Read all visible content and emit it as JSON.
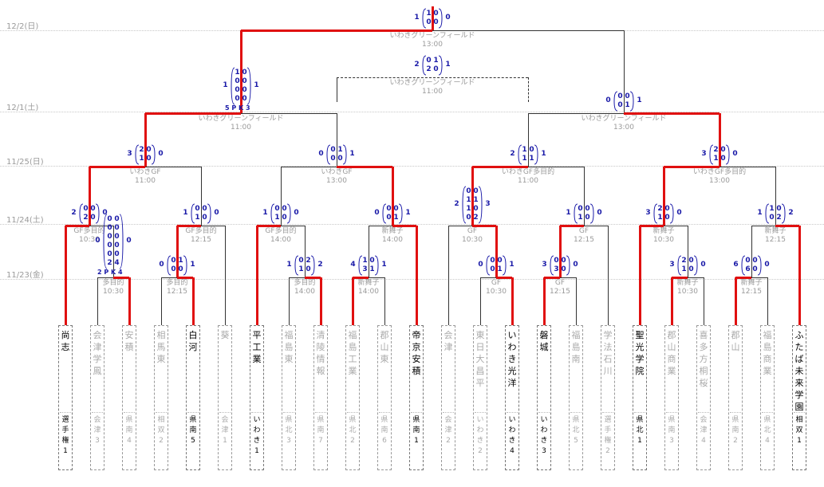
{
  "dates": [
    "12/2(日)",
    "12/1(土)",
    "11/25(日)",
    "11/24(土)",
    "11/23(金)"
  ],
  "teams": [
    {
      "name": "尚志",
      "sub": "選手権1",
      "win": true
    },
    {
      "name": "会津学鳳",
      "sub": "会津3",
      "win": false
    },
    {
      "name": "安積",
      "sub": "県南4",
      "win": false
    },
    {
      "name": "相馬東",
      "sub": "相双2",
      "win": false
    },
    {
      "name": "白河",
      "sub": "県南5",
      "win": true
    },
    {
      "name": "葵",
      "sub": "会津1",
      "win": false
    },
    {
      "name": "平工業",
      "sub": "いわき1",
      "win": true
    },
    {
      "name": "福島東",
      "sub": "県北3",
      "win": false
    },
    {
      "name": "清陵情報",
      "sub": "県南7",
      "win": false
    },
    {
      "name": "福島工業",
      "sub": "県北2",
      "win": false
    },
    {
      "name": "郡山東",
      "sub": "県南6",
      "win": false
    },
    {
      "name": "帝京安積",
      "sub": "県南1",
      "win": true
    },
    {
      "name": "会津",
      "sub": "会津2",
      "win": false
    },
    {
      "name": "東日大昌平",
      "sub": "いわき2",
      "win": false
    },
    {
      "name": "いわき光洋",
      "sub": "いわき4",
      "win": true
    },
    {
      "name": "磐城",
      "sub": "いわき3",
      "win": true
    },
    {
      "name": "福島南",
      "sub": "県北5",
      "win": false
    },
    {
      "name": "学法石川",
      "sub": "選手権2",
      "win": false
    },
    {
      "name": "聖光学院",
      "sub": "県北1",
      "win": true
    },
    {
      "name": "郡山商業",
      "sub": "県南3",
      "win": false
    },
    {
      "name": "喜多方桐桜",
      "sub": "会津4",
      "win": false
    },
    {
      "name": "郡山",
      "sub": "県南2",
      "win": false
    },
    {
      "name": "福島商業",
      "sub": "県北4",
      "win": false
    },
    {
      "name": "ふたば未来学園",
      "sub": "相双1",
      "win": true
    }
  ],
  "matches": [
    {
      "id": "r1a",
      "venue": "多目的",
      "time": "10:30",
      "left": [
        0,
        0,
        0,
        0,
        0,
        2
      ],
      "right": [
        0,
        0,
        0,
        0,
        0,
        4
      ],
      "lt": 0,
      "rt": 0,
      "pk": "2 P K 4"
    },
    {
      "id": "r1b",
      "venue": "多目的",
      "time": "12:15",
      "left": [
        0,
        0
      ],
      "right": [
        1,
        0
      ],
      "lt": 0,
      "rt": 1
    },
    {
      "id": "r1c",
      "venue": "多目的",
      "time": "14:00",
      "left": [
        0,
        1
      ],
      "right": [
        2,
        0
      ],
      "lt": 1,
      "rt": 2
    },
    {
      "id": "r1d",
      "venue": "新舞子",
      "time": "14:00",
      "left": [
        1,
        3
      ],
      "right": [
        0,
        1
      ],
      "lt": 4,
      "rt": 1
    },
    {
      "id": "r1e",
      "venue": "GF",
      "time": "10:30",
      "left": [
        0,
        0
      ],
      "right": [
        0,
        1
      ],
      "lt": 0,
      "rt": 1
    },
    {
      "id": "r1f",
      "venue": "GF",
      "time": "12:15",
      "left": [
        0,
        3
      ],
      "right": [
        0,
        0
      ],
      "lt": 3,
      "rt": 0
    },
    {
      "id": "r1g",
      "venue": "新舞子",
      "time": "10:30",
      "left": [
        2,
        1
      ],
      "right": [
        0,
        0
      ],
      "lt": 3,
      "rt": 0
    },
    {
      "id": "r1h",
      "venue": "新舞子",
      "time": "12:15",
      "left": [
        0,
        6
      ],
      "right": [
        0,
        0
      ],
      "lt": 6,
      "rt": 0
    },
    {
      "id": "r2a",
      "venue": "GF多目的",
      "time": "10:30",
      "left": [
        0,
        2
      ],
      "right": [
        0,
        0
      ],
      "lt": 2,
      "rt": 0
    },
    {
      "id": "r2b",
      "venue": "GF多目的",
      "time": "12:15",
      "left": [
        0,
        1
      ],
      "right": [
        0,
        0
      ],
      "lt": 1,
      "rt": 0
    },
    {
      "id": "r2c",
      "venue": "GF多目的",
      "time": "14:00",
      "left": [
        0,
        1
      ],
      "right": [
        0,
        0
      ],
      "lt": 1,
      "rt": 0
    },
    {
      "id": "r2d",
      "venue": "新舞子",
      "time": "14:00",
      "left": [
        0,
        0
      ],
      "right": [
        0,
        1
      ],
      "lt": 0,
      "rt": 1
    },
    {
      "id": "r2e",
      "venue": "GF",
      "time": "10:30",
      "left": [
        0,
        1,
        1,
        0
      ],
      "right": [
        0,
        1,
        0,
        2
      ],
      "lt": 2,
      "rt": 3
    },
    {
      "id": "r2f",
      "venue": "GF",
      "time": "12:15",
      "left": [
        0,
        1
      ],
      "right": [
        0,
        0
      ],
      "lt": 1,
      "rt": 0
    },
    {
      "id": "r2g",
      "venue": "新舞子",
      "time": "10:30",
      "left": [
        2,
        1
      ],
      "right": [
        0,
        0
      ],
      "lt": 3,
      "rt": 0
    },
    {
      "id": "r2h",
      "venue": "新舞子",
      "time": "12:15",
      "left": [
        1,
        0
      ],
      "right": [
        0,
        2
      ],
      "lt": 1,
      "rt": 2
    },
    {
      "id": "r3a",
      "venue": "いわきGF",
      "time": "11:00",
      "left": [
        2,
        1
      ],
      "right": [
        0,
        0
      ],
      "lt": 3,
      "rt": 0
    },
    {
      "id": "r3b",
      "venue": "いわきGF",
      "time": "13:00",
      "left": [
        0,
        0
      ],
      "right": [
        1,
        0
      ],
      "lt": 0,
      "rt": 1
    },
    {
      "id": "r3c",
      "venue": "いわきGF多目的",
      "time": "11:00",
      "left": [
        1,
        1
      ],
      "right": [
        0,
        1
      ],
      "lt": 2,
      "rt": 1
    },
    {
      "id": "r3d",
      "venue": "いわきGF多目的",
      "time": "13:00",
      "left": [
        2,
        1
      ],
      "right": [
        0,
        0
      ],
      "lt": 3,
      "rt": 0
    },
    {
      "id": "sf1",
      "venue": "いわきグリーンフィールド",
      "time": "11:00",
      "left": [
        1,
        0,
        0,
        0
      ],
      "right": [
        0,
        0,
        0,
        0
      ],
      "lt": 1,
      "rt": 1,
      "pk": "5 P K 3"
    },
    {
      "id": "sf2",
      "venue": "いわきグリーンフィールド",
      "time": "13:00",
      "left": [
        0,
        0
      ],
      "right": [
        0,
        1
      ],
      "lt": 0,
      "rt": 1
    },
    {
      "id": "third",
      "venue": "いわきグリーンフィールド",
      "time": "11:00",
      "left": [
        0,
        2
      ],
      "right": [
        1,
        0
      ],
      "lt": 2,
      "rt": 1
    },
    {
      "id": "final",
      "venue": "いわきグリーンフィールド",
      "time": "13:00",
      "left": [
        1,
        0
      ],
      "right": [
        0,
        0
      ],
      "lt": 1,
      "rt": 0
    }
  ],
  "colors": {
    "win": "#e01010",
    "lose": "#333333",
    "score": "#1a1aa8",
    "muted": "#9a9a9a"
  }
}
